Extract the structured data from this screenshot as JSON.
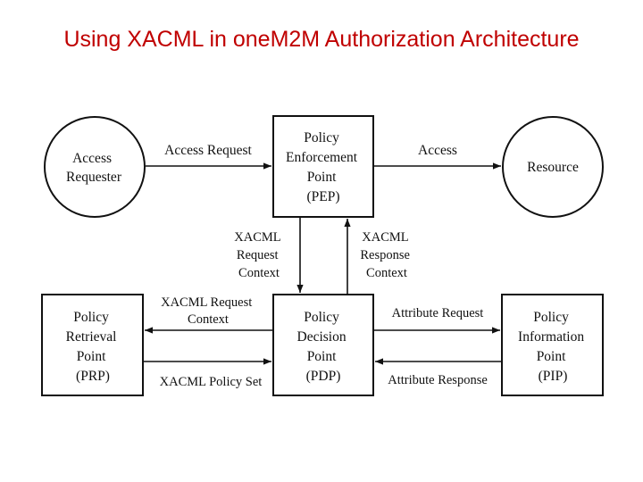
{
  "slide": {
    "title": "Using XACML in oneM2M Authorization Architecture"
  },
  "nodes": {
    "access_requester": [
      "Access",
      "Requester"
    ],
    "pep": [
      "Policy",
      "Enforcement",
      "Point",
      "(PEP)"
    ],
    "resource": [
      "Resource"
    ],
    "prp": [
      "Policy",
      "Retrieval",
      "Point",
      "(PRP)"
    ],
    "pdp": [
      "Policy",
      "Decision",
      "Point",
      "(PDP)"
    ],
    "pip": [
      "Policy",
      "Information",
      "Point",
      "(PIP)"
    ]
  },
  "edges": {
    "access_request": [
      "Access Request"
    ],
    "access": [
      "Access"
    ],
    "xacml_request_context_down": [
      "XACML",
      "Request",
      "Context"
    ],
    "xacml_response_context_up": [
      "XACML",
      "Response",
      "Context"
    ],
    "xacml_request_context_left": [
      "XACML Request",
      "Context"
    ],
    "xacml_policy_set": [
      "XACML Policy Set"
    ],
    "attribute_request": [
      "Attribute Request"
    ],
    "attribute_response": [
      "Attribute Response"
    ]
  },
  "colors": {
    "title": "#c00000",
    "stroke": "#111111"
  }
}
